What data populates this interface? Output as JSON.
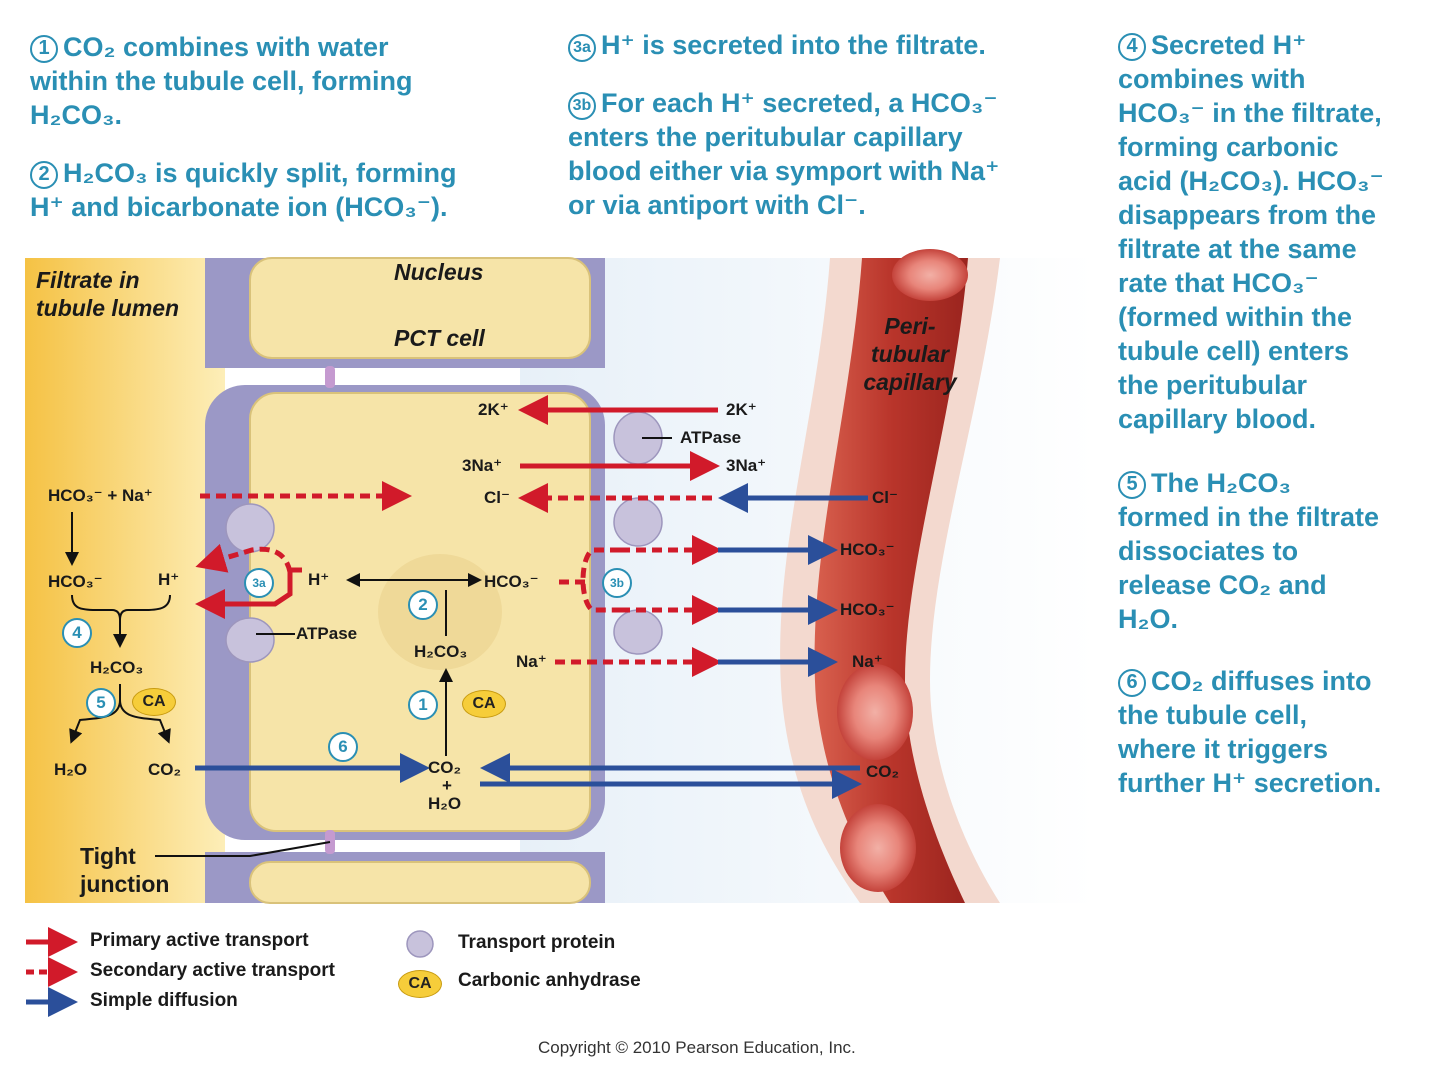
{
  "steps": {
    "s1": {
      "num": "1",
      "line1": "CO₂ combines with water",
      "line2": "within the tubule cell, forming",
      "line3": "H₂CO₃."
    },
    "s2": {
      "num": "2",
      "line1": "H₂CO₃ is quickly split, forming",
      "line2": "H⁺ and bicarbonate ion (HCO₃⁻)."
    },
    "s3a": {
      "num": "3a",
      "line1": "H⁺ is secreted into the filtrate."
    },
    "s3b": {
      "num": "3b",
      "line1": "For each H⁺ secreted, a HCO₃⁻",
      "line2": "enters the peritubular capillary",
      "line3": "blood either via symport with Na⁺",
      "line4": "or via antiport with Cl⁻."
    },
    "s4": {
      "num": "4",
      "line1": "Secreted H⁺",
      "line2": "combines with",
      "line3": "HCO₃⁻ in the filtrate,",
      "line4": "forming carbonic",
      "line5": "acid (H₂CO₃). HCO₃⁻",
      "line6": "disappears from the",
      "line7": "filtrate at the same",
      "line8": "rate that HCO₃⁻",
      "line9": "(formed within the",
      "line10": "tubule cell) enters",
      "line11": "the peritubular",
      "line12": "capillary blood."
    },
    "s5": {
      "num": "5",
      "line1": "The H₂CO₃",
      "line2": "formed in the filtrate",
      "line3": "dissociates to",
      "line4": "release CO₂ and",
      "line5": "H₂O."
    },
    "s6": {
      "num": "6",
      "line1": "CO₂ diffuses into",
      "line2": "the tubule cell,",
      "line3": "where it triggers",
      "line4": "further H⁺ secretion."
    }
  },
  "regions": {
    "filtrate_line1": "Filtrate in",
    "filtrate_line2": "tubule lumen",
    "nucleus": "Nucleus",
    "pct_cell": "PCT cell",
    "capillary_line1": "Peri-",
    "capillary_line2": "tubular",
    "capillary_line3": "capillary",
    "tight_line1": "Tight",
    "tight_line2": "junction"
  },
  "labels": {
    "k_in": "2K⁺",
    "k_out": "2K⁺",
    "atpase_top": "ATPase",
    "na_in": "3Na⁺",
    "na_out": "3Na⁺",
    "cl_in": "Cl⁻",
    "cl_out": "Cl⁻",
    "hco3_na_filtrate": "HCO₃⁻ + Na⁺",
    "hco3_filtrate": "HCO₃⁻",
    "h_filtrate": "H⁺",
    "h_cell": "H⁺",
    "hco3_cell": "HCO₃⁻",
    "hco3_blood_1": "HCO₃⁻",
    "hco3_blood_2": "HCO₃⁻",
    "na_cell": "Na⁺",
    "na_blood": "Na⁺",
    "atpase_apical": "ATPase",
    "h2co3_cell": "H₂CO₃",
    "h2co3_filtrate": "H₂CO₃",
    "h2o_filtrate": "H₂O",
    "co2_filtrate": "CO₂",
    "co2_cell": "CO₂",
    "plus": "+",
    "h2o_cell": "H₂O",
    "co2_blood": "CO₂"
  },
  "badges": {
    "b1": "1",
    "b2": "2",
    "b3a": "3a",
    "b3b": "3b",
    "b4": "4",
    "b5": "5",
    "b6": "6",
    "ca": "CA"
  },
  "legend": {
    "primary": "Primary active transport",
    "secondary": "Secondary active transport",
    "diffusion": "Simple diffusion",
    "protein": "Transport protein",
    "ca_label": "Carbonic anhydrase",
    "ca_badge": "CA"
  },
  "copyright": "Copyright © 2010 Pearson Education, Inc.",
  "colors": {
    "primary": "#d11a2a",
    "diffusion": "#2b4f9a",
    "text_steps": "#2a8fb4",
    "cell": "#f6e4a8",
    "capillary": "#b8322a"
  }
}
